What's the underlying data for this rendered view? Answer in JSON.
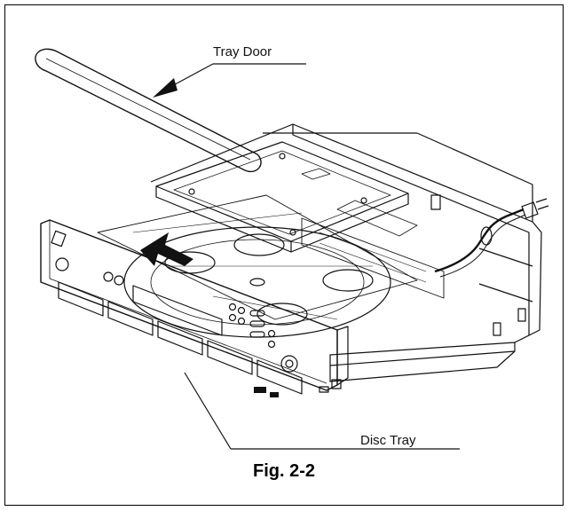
{
  "labels": {
    "tray_door": "Tray Door",
    "disc_tray": "Disc Tray"
  },
  "caption": "Fig. 2-2",
  "colors": {
    "line": "#111111",
    "background": "#ffffff"
  }
}
